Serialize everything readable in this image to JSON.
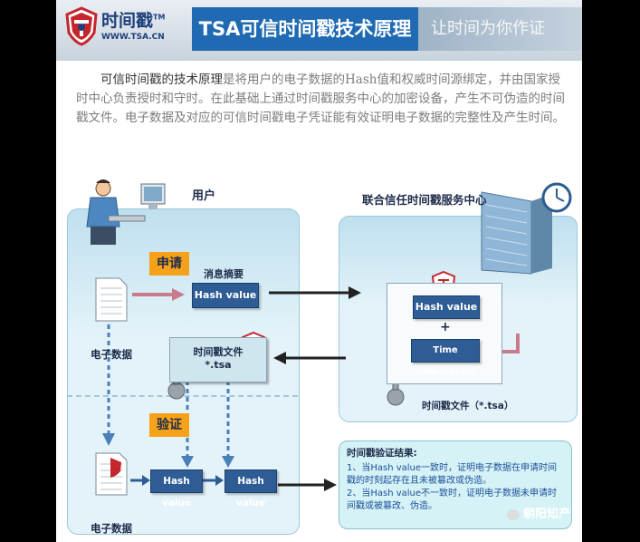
{
  "header": {
    "brand": "时间戳",
    "trademark": "TM",
    "site": "WWW.TSA.CN",
    "title": "TSA可信时间戳技术原理",
    "slogan": "让时间为你作证"
  },
  "intro": {
    "lead": "可信时间戳的技术原理",
    "text": "是将用户的电子数据的Hash值和权威时间源绑定，并由国家授时中心负责授时和守时。在此基础上通过时间戳服务中心的加密设备，产生不可伪造的时间戳文件。电子数据及对应的可信时间戳电子凭证能有效证明电子数据的完整性及产生时间。"
  },
  "diagram": {
    "user_label": "用户",
    "center_label": "联合信任时间戳服务中心",
    "apply_tag": "申请",
    "verify_tag": "验证",
    "digest_label": "消息摘要",
    "hash_value": "Hash value",
    "e_data_1": "电子数据",
    "e_data_2": "电子数据",
    "tsa_file_line1": "时间戳文件",
    "tsa_file_line2": "*.tsa",
    "plus": "+",
    "time_information": "Time information",
    "center_tsa_file": "时间戳文件（*.tsa）",
    "verify_hash_1": "Hash value",
    "verify_hash_2": "Hash value",
    "colors": {
      "accent": "#1f6ab2",
      "tag": "#f6a11a",
      "hashbox": "#2e5d96",
      "panel": "#e4f3f9"
    }
  },
  "result": {
    "title": "时间戳验证结果:",
    "line1": "1、当Hash value一致时，证明电子数据在申请时间戳的时刻起存在且未被篡改或伪造。",
    "line2": "2、当Hash value不一致时，证明电子数据未申请时间戳或被篡改、伪造。"
  },
  "watermark": "朝阳知产"
}
